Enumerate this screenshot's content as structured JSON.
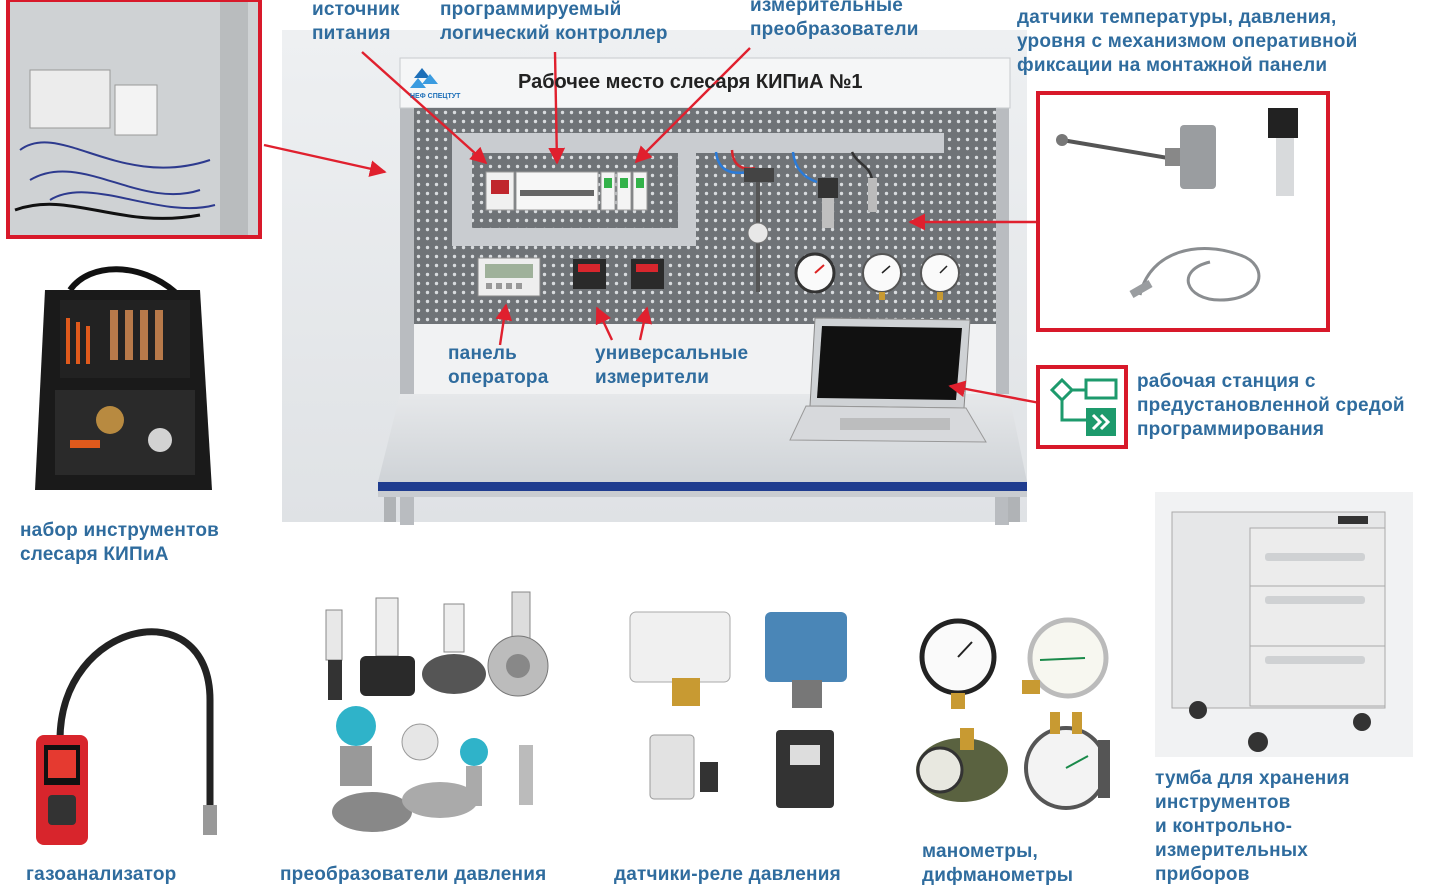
{
  "bench": {
    "title": "Рабочее место слесаря КИПиА №1",
    "logo_caption": "НЕФ СПЕЦТУТ"
  },
  "labels": {
    "power_supply": [
      "источник",
      "питания"
    ],
    "plc": [
      "программируемый",
      "логический контроллер"
    ],
    "transducers": [
      "измерительные",
      "преобразователи"
    ],
    "sensors": [
      "датчики температуры, давления,",
      "уровня с механизмом оперативной",
      "фиксации на монтажной панели"
    ],
    "operator_panel": [
      "панель",
      "оператора"
    ],
    "universal_meters": [
      "универсальные",
      "измерители"
    ],
    "workstation": [
      "рабочая станция с",
      "предустановленной средой",
      "программирования"
    ],
    "tool_kit": [
      "набор инструментов",
      "слесаря КИПиА"
    ],
    "gas_analyzer": [
      "газоанализатор"
    ],
    "pressure_transducers": [
      "преобразователи давления"
    ],
    "pressure_relays": [
      "датчики-реле давления"
    ],
    "manometers": [
      "манометры,",
      "дифманометры"
    ],
    "cabinet": [
      "тумба для хранения",
      "инструментов",
      "и контрольно-",
      "измерительных",
      "приборов"
    ]
  },
  "colors": {
    "label_blue": "#2f6c9e",
    "callout_red": "#d8192a",
    "arrow_red": "#e0202e",
    "bench_blue": "#1f3c8f",
    "accent_green": "#1d9a6c"
  },
  "icons": [
    "workflow-icon",
    "double-chevron-icon"
  ]
}
